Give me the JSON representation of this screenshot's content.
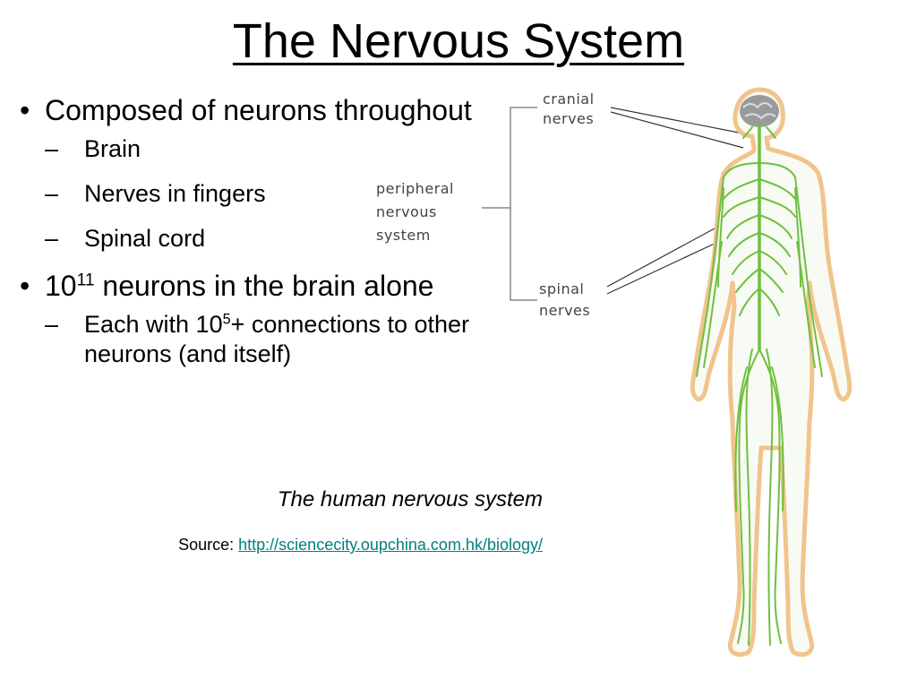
{
  "slide": {
    "title": "The Nervous System",
    "bullets": [
      {
        "text": "Composed of neurons throughout",
        "sub": [
          "Brain",
          "Nerves in fingers",
          "Spinal cord"
        ]
      },
      {
        "base": "10",
        "exp": "11",
        "rest": " neurons in the brain alone",
        "sub_rich": [
          {
            "pre": "Each with 10",
            "sup": "5",
            "post": "+ connections to other neurons (and itself)"
          }
        ]
      }
    ],
    "caption": "The human nervous system",
    "source_label": "Source: ",
    "source_link": "http://sciencecity.oupchina.com.hk/biology/"
  },
  "figure": {
    "labels": {
      "cranial": [
        "cranial",
        "nerves"
      ],
      "peripheral": [
        "peripheral",
        "nervous",
        "system"
      ],
      "spinal": [
        "spinal",
        "nerves"
      ]
    },
    "colors": {
      "nerve": "#6fbf3f",
      "skin": "#f5c890",
      "brain": "#9a9a9a"
    }
  }
}
